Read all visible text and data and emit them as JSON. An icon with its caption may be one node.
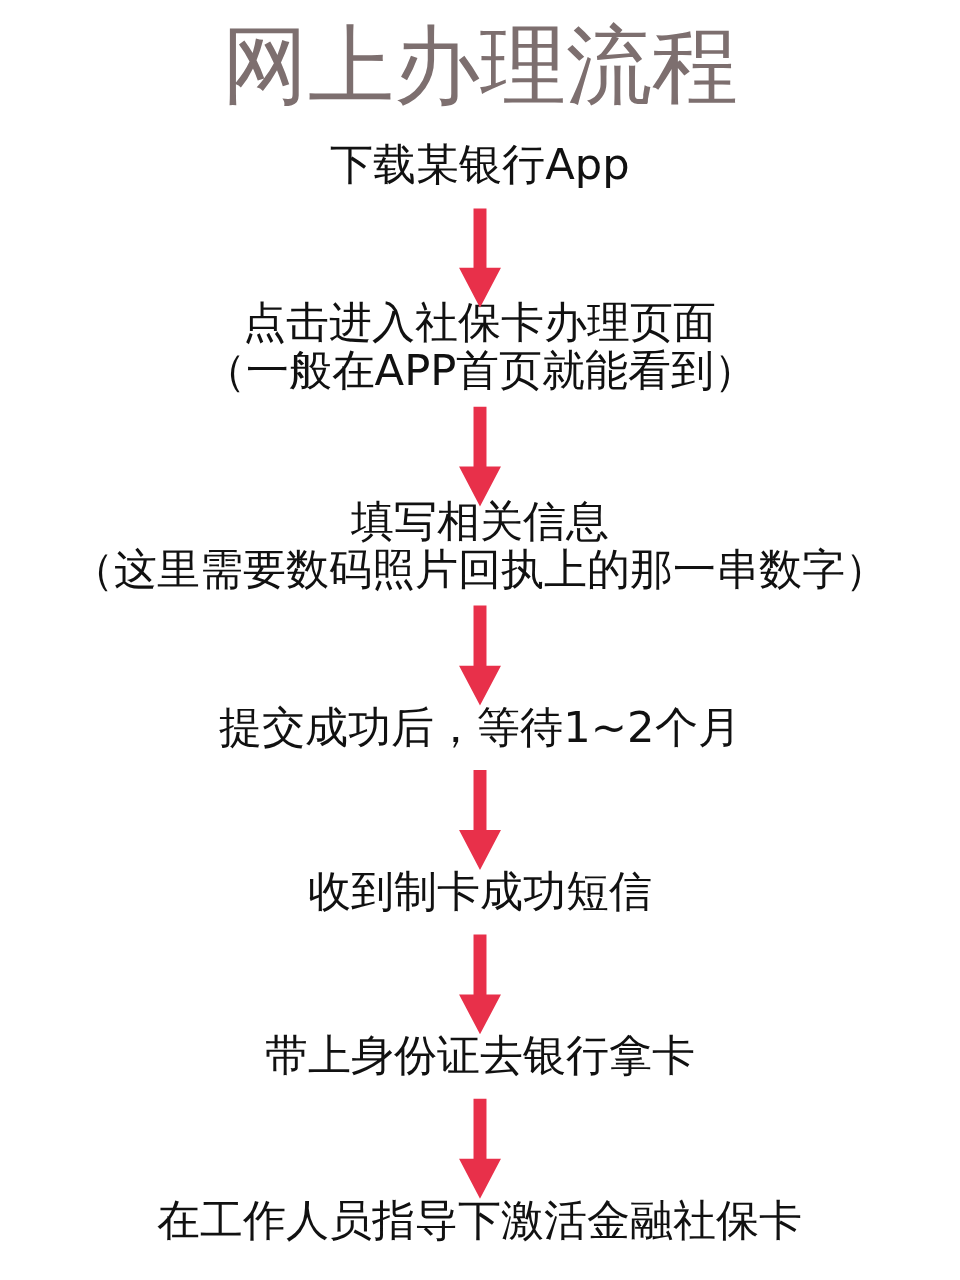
{
  "diagram": {
    "title": "网上办理流程",
    "nodes": [
      {
        "text": [
          "下载某银行App"
        ]
      },
      {
        "text": [
          "点击进入社保卡办理页面",
          "（一般在APP首页就能看到）"
        ]
      },
      {
        "text": [
          "填写相关信息",
          "（这里需要数码照片回执上的那一串数字）"
        ]
      },
      {
        "text": [
          "提交成功后，等待1~2个月"
        ]
      },
      {
        "text": [
          "收到制卡成功短信"
        ]
      },
      {
        "text": [
          "带上身份证去银行拿卡"
        ]
      },
      {
        "text": [
          "在工作人员指导下激活金融社保卡"
        ]
      }
    ],
    "edges": [
      {
        "from": 0,
        "to": 1,
        "arrow": "to"
      },
      {
        "from": 1,
        "to": 2,
        "arrow": "to"
      },
      {
        "from": 2,
        "to": 3,
        "arrow": "to"
      },
      {
        "from": 3,
        "to": 4,
        "arrow": "to"
      },
      {
        "from": 4,
        "to": 5,
        "arrow": "to"
      },
      {
        "from": 5,
        "to": 6,
        "arrow": "to"
      }
    ]
  }
}
